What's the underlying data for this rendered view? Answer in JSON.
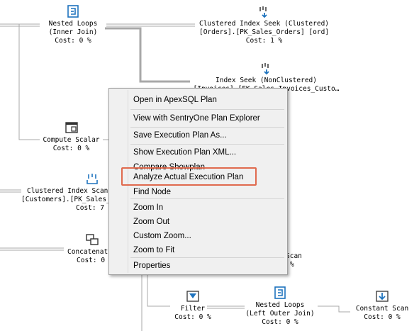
{
  "nodes": {
    "nested_loops_inner": {
      "line1": "Nested Loops",
      "line2": "(Inner Join)",
      "cost": "Cost: 0 %"
    },
    "clustered_index_seek_orders": {
      "line1": "Clustered Index Seek (Clustered)",
      "line2": "[Orders].[PK_Sales_Orders] [ord]",
      "cost": "Cost: 1 %"
    },
    "index_seek_invoices": {
      "line1": "Index Seek (NonClustered)",
      "line2": "[Invoices].[FK_Sales_Invoices_Custo…"
    },
    "compute_scalar": {
      "line1": "Compute Scalar",
      "cost": "Cost: 0 %"
    },
    "clustered_index_scan_customers": {
      "line1": "Clustered Index Scan",
      "line2": "[Customers].[PK_Sales_",
      "cost": "Cost: 7"
    },
    "concatenation": {
      "line1": "Concatenat",
      "cost": "Cost: 0"
    },
    "hidden_scan": {
      "line1": "Scan",
      "cost": "%"
    },
    "filter": {
      "line1": "Filter",
      "cost": "Cost: 0 %"
    },
    "nested_loops_outer": {
      "line1": "Nested Loops",
      "line2": "(Left Outer Join)",
      "cost": "Cost: 0 %"
    },
    "constant_scan": {
      "line1": "Constant Scan",
      "cost": "Cost: 0 %"
    }
  },
  "context_menu": {
    "items": [
      "Open in ApexSQL Plan",
      "View with SentryOne Plan Explorer",
      "Save Execution Plan As...",
      "Show Execution Plan XML...",
      "Compare Showplan",
      "Analyze Actual Execution Plan",
      "Find Node",
      "Zoom In",
      "Zoom Out",
      "Custom Zoom...",
      "Zoom to Fit",
      "Properties"
    ],
    "highlighted_item": "Analyze Actual Execution Plan"
  },
  "colors": {
    "icon_blue": "#1e73be",
    "highlight_border": "#e06a4e",
    "menu_background": "#f0f0f0",
    "connector": "#a8a8a8"
  }
}
